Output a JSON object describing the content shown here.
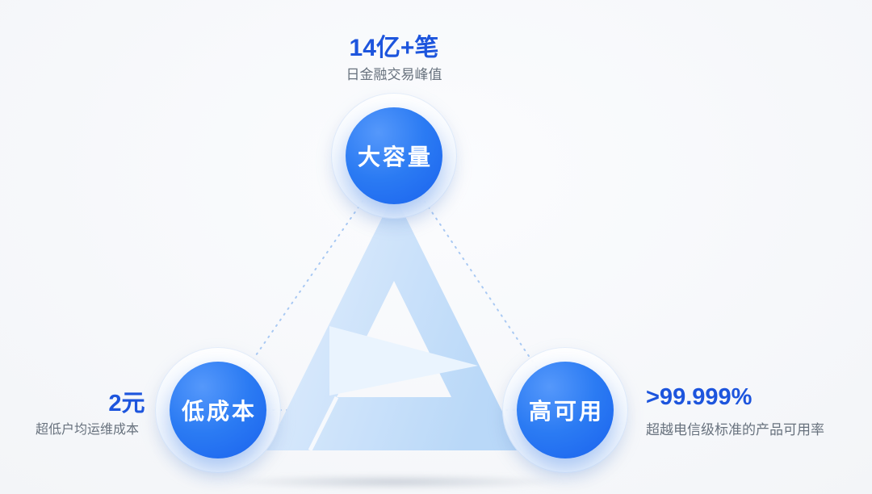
{
  "diagram": {
    "name": "triangle-capability-diagram"
  },
  "colors": {
    "accent": "#2b7bf3",
    "stat_value": "#1d55dd",
    "caption": "#68727e",
    "node_fill_light": "#5598fb",
    "node_fill_dark": "#1a62ee",
    "band_light": "#e4effd",
    "band_dark": "#b9d8f8",
    "arrow_fill": "#eaf4fe",
    "dash": "#a9c9f3"
  },
  "nodes": {
    "top": {
      "label": "大容量"
    },
    "left": {
      "label": "低成本"
    },
    "right": {
      "label": "高可用"
    }
  },
  "stats": {
    "top": {
      "value": "14亿+笔",
      "caption": "日金融交易峰值"
    },
    "left": {
      "value": "2元",
      "caption": "超低户均运维成本"
    },
    "right": {
      "value": ">99.999%",
      "caption": "超越电信级标准的产品可用率"
    }
  }
}
